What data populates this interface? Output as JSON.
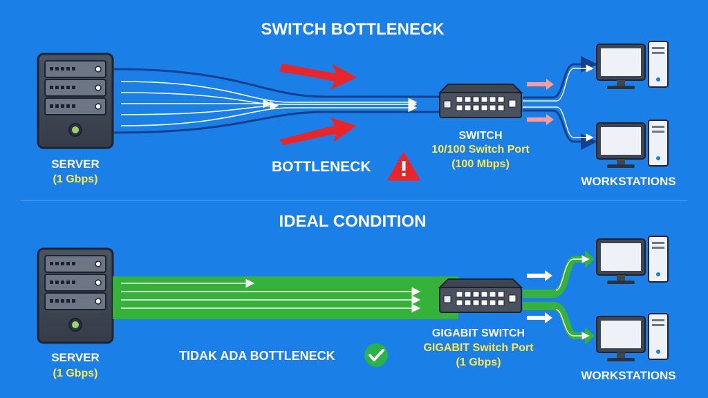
{
  "colors": {
    "background": "#1a7fe6",
    "label_white": "#ffffff",
    "label_yellow": "#ffe94d",
    "bottleneck_red": "#e8262a",
    "ideal_green": "#36b23a",
    "check_green": "#2bb24a"
  },
  "top": {
    "title": "SWITCH BOTTLENECK",
    "server_label": "SERVER",
    "server_speed": "(1 Gbps)",
    "switch_label": "SWITCH",
    "switch_port": "10/100 Switch Port",
    "switch_speed": "(100 Mbps)",
    "bottleneck_label": "BOTTLENECK",
    "workstations_label": "WORKSTATIONS",
    "warning_icon": "warning-icon"
  },
  "bottom": {
    "title": "IDEAL CONDITION",
    "server_label": "SERVER",
    "server_speed": "(1 Gbps)",
    "switch_label": "GIGABIT SWITCH",
    "switch_port": "GIGABIT Switch Port",
    "switch_speed": "(1 Gbps)",
    "no_bottleneck_label": "TIDAK ADA BOTTLENECK",
    "workstations_label": "WORKSTATIONS",
    "check_icon": "checkmark-icon"
  }
}
